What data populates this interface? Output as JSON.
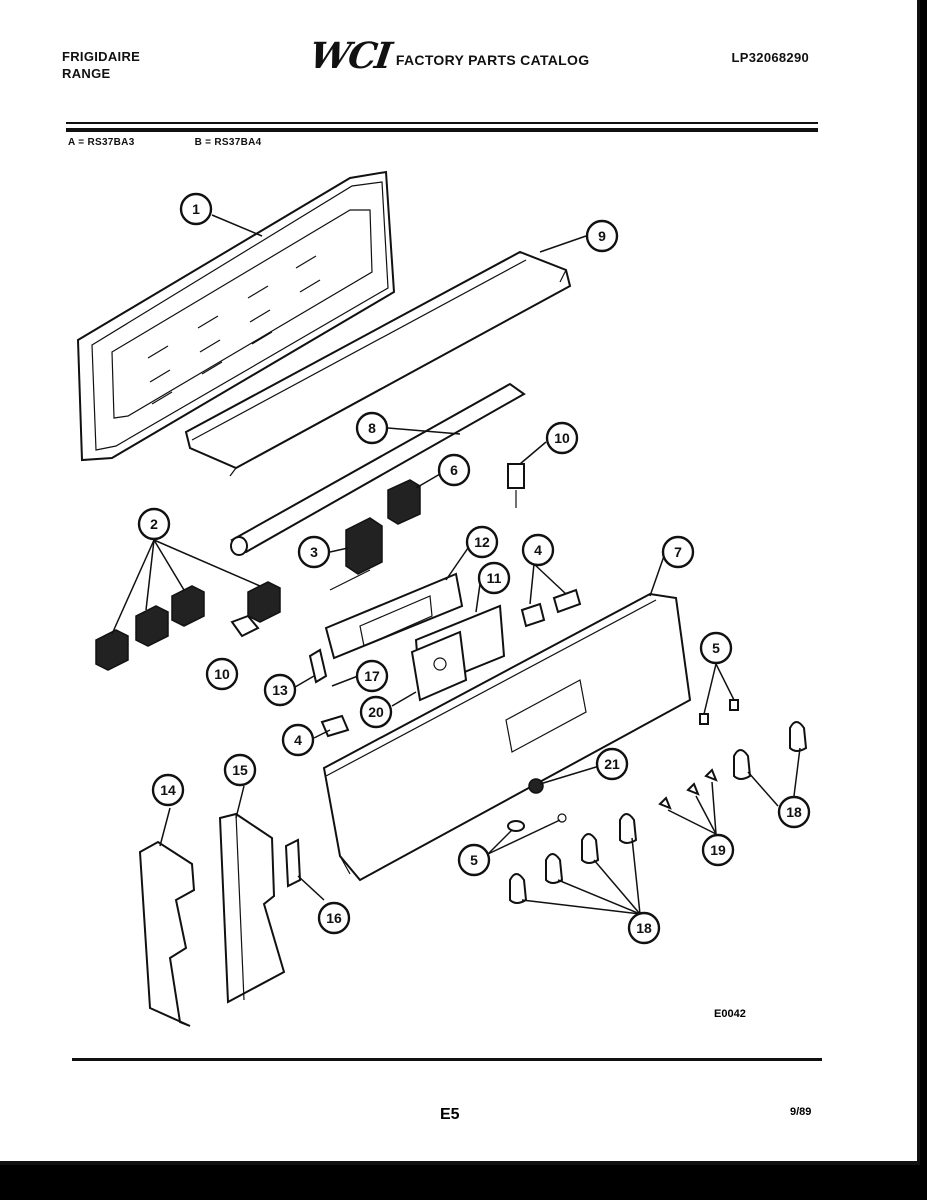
{
  "header": {
    "brand_line1": "FRIGIDAIRE",
    "brand_line2": "RANGE",
    "logo": "WCI",
    "catalog_title": "FACTORY PARTS CATALOG",
    "part_number": "LP32068290"
  },
  "models": {
    "model_a": "A = RS37BA3",
    "model_b": "B = RS37BA4"
  },
  "callouts": [
    "1",
    "9",
    "8",
    "10",
    "6",
    "2",
    "3",
    "12",
    "4",
    "7",
    "11",
    "10",
    "13",
    "17",
    "5",
    "20",
    "4",
    "21",
    "14",
    "15",
    "18",
    "19",
    "5",
    "16",
    "18"
  ],
  "footer": {
    "diagram_code": "E0042",
    "page": "E5",
    "date": "9/89"
  }
}
